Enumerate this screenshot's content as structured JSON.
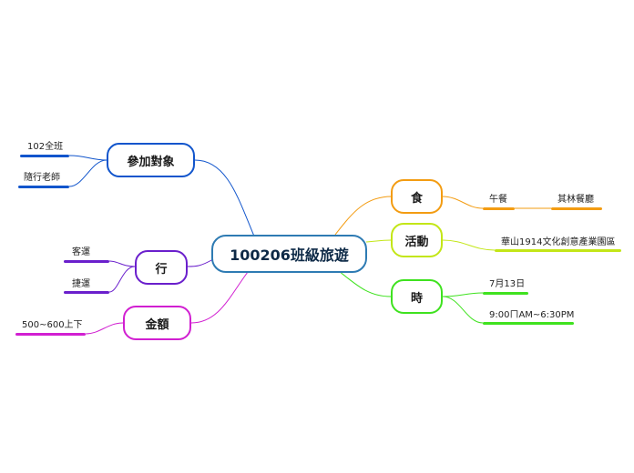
{
  "central": {
    "label": "100206班級旅遊",
    "color": "#2e7bb3"
  },
  "branches": {
    "participants": {
      "label": "參加對象",
      "color": "#1155cc",
      "children": [
        "102全班",
        "隨行老師"
      ]
    },
    "transport": {
      "label": "行",
      "color": "#6a1fcc",
      "children": [
        "客運",
        "捷運"
      ]
    },
    "cost": {
      "label": "金額",
      "color": "#d11fd1",
      "children": [
        "500~600上下"
      ]
    },
    "food": {
      "label": "食",
      "color": "#f39c12",
      "children": [
        "午餐",
        "其林餐廳"
      ]
    },
    "activity": {
      "label": "活動",
      "color": "#c3e617",
      "children": [
        "華山1914文化創意產業園區"
      ]
    },
    "time": {
      "label": "時",
      "color": "#3fe21f",
      "children": [
        "7月13日",
        "9:00ㄇAM~6:30PM"
      ]
    }
  }
}
